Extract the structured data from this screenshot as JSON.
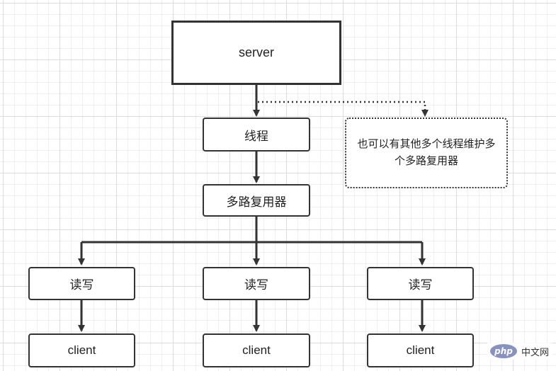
{
  "diagram": {
    "server": "server",
    "thread": "线程",
    "multiplexer": "多路复用器",
    "note": "也可以有其他多个线程维护多个多路复用器",
    "io_boxes": [
      "读写",
      "读写",
      "读写"
    ],
    "clients": [
      "client",
      "client",
      "client"
    ]
  },
  "watermark": {
    "logo_text": "php",
    "site_text": "中文网"
  },
  "colors": {
    "stroke": "#333333",
    "grid": "#dcdcdc"
  }
}
